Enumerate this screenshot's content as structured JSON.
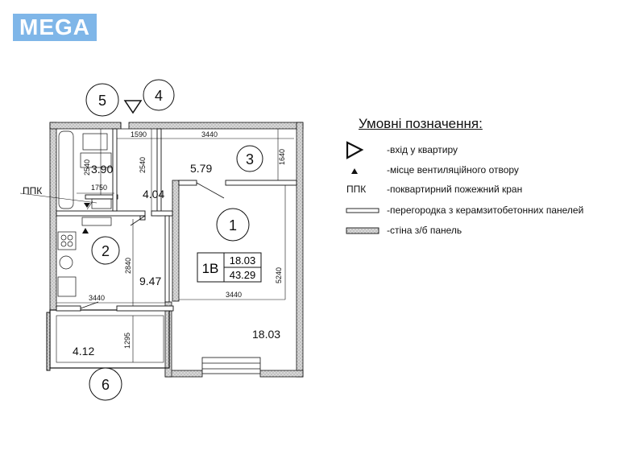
{
  "logo": {
    "text": "MEGA",
    "color": "#7fb6e8"
  },
  "legend": {
    "title": "Умовні позначення:",
    "items": [
      {
        "symbol": "entry-triangle-icon",
        "text": "-вхід у квартиру"
      },
      {
        "symbol": "vent-triangle-icon",
        "text": "-місце вентиляційного отвору"
      },
      {
        "symbol": "ППК",
        "text": "-поквартирний пожежний кран"
      },
      {
        "symbol": "partition-panel-icon",
        "text": "-перегородка з керамзитобетонних панелей"
      },
      {
        "symbol": "concrete-wall-icon",
        "text": "-стіна з/б панель"
      }
    ]
  },
  "plan": {
    "labels": {
      "ppk": "ППК",
      "apt_type": "1В",
      "living_area": "18.03",
      "total_area": "43.29"
    },
    "dimensions": {
      "d1590": "1590",
      "d3440_top": "3440",
      "d1640": "1640",
      "d2540_a": "2540",
      "d2540_b": "2540",
      "d1750": "1750",
      "d2840": "2840",
      "d5240": "5240",
      "d3440_mid": "3440",
      "d3440_left": "3440",
      "d1295": "1295"
    },
    "rooms": [
      {
        "number": "1",
        "area": "18.03"
      },
      {
        "number": "2",
        "area": "9.47"
      },
      {
        "number": "3",
        "area": "5.79"
      },
      {
        "number": "4",
        "area": "4.04"
      },
      {
        "number": "5",
        "area": "3.90"
      },
      {
        "number": "6",
        "area": "4.12"
      }
    ]
  }
}
